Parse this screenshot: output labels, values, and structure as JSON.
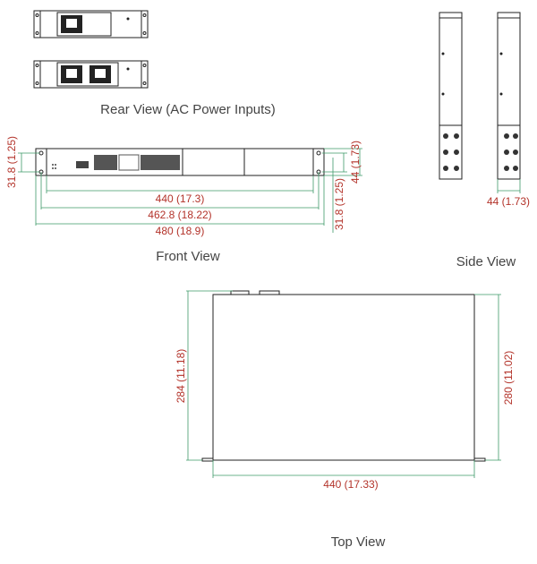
{
  "captions": {
    "rear_view": "Rear View (AC Power Inputs)",
    "front_view": "Front View",
    "side_view": "Side View",
    "top_view": "Top View"
  },
  "front_dims": {
    "ear_hole_left": "31.8 (1.25)",
    "height": "44 (1.73)",
    "ear_hole_right": "31.8 (1.25)",
    "body_width": "440 (17.3)",
    "hole_span": "462.8 (18.22)",
    "total_width": "480 (18.9)"
  },
  "side_dims": {
    "height": "44 (1.73)"
  },
  "top_dims": {
    "depth_total": "284 (11.18)",
    "depth_body": "280 (11.02)",
    "width": "440 (17.33)"
  },
  "colors": {
    "dimension_text": "#b3332a",
    "dimension_line": "#3f9a6a"
  }
}
